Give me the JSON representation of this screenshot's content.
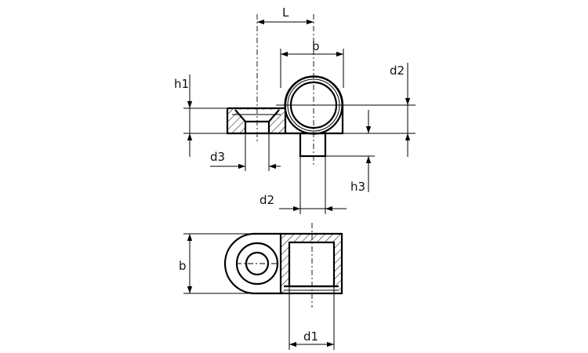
{
  "labels": {
    "L": "L",
    "b_top": "b",
    "d2_right": "d2",
    "h1": "h1",
    "d3": "d3",
    "h3": "h3",
    "d2_bottom": "d2",
    "b_left": "b",
    "d1": "d1"
  }
}
